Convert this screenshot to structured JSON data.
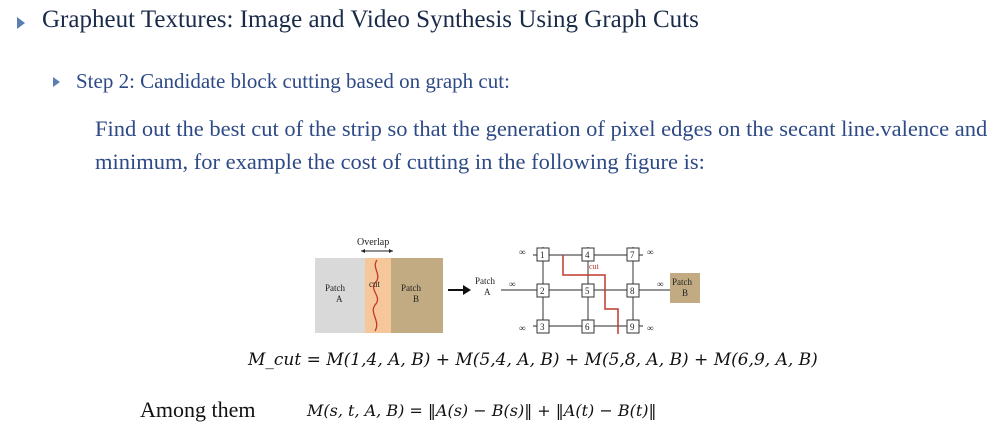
{
  "title": "Grapheut Textures: Image and Video Synthesis Using Graph Cuts",
  "step": "Step 2: Candidate block cutting based on graph cut:",
  "paragraph": "Find out the best cut of the strip so that the generation of pixel edges on the secant line.valence and minimum, for example the cost of cutting in the following figure is:",
  "figure": {
    "overlap_label": "Overlap",
    "cut_label": "cut",
    "patch_a": [
      "Patch",
      "A"
    ],
    "patch_b": [
      "Patch",
      "B"
    ],
    "graph_cut_label": "cut",
    "infinity": "∞",
    "nodes": [
      "1",
      "2",
      "3",
      "4",
      "5",
      "6",
      "7",
      "8",
      "9"
    ],
    "colors": {
      "patch_a": "#d9d9d9",
      "patch_b": "#c2ab82",
      "overlap": "#f5c79a",
      "cut_line": "#c0392b"
    }
  },
  "equation_mcut": "M_cut = M(1,4, A, B) + M(5,4, A, B) + M(5,8, A, B) + M(6,9, A, B)",
  "among_text": "Among them",
  "equation_cost": "M(s, t, A, B) = ‖A(s) − B(s)‖ + ‖A(t) − B(t)‖"
}
